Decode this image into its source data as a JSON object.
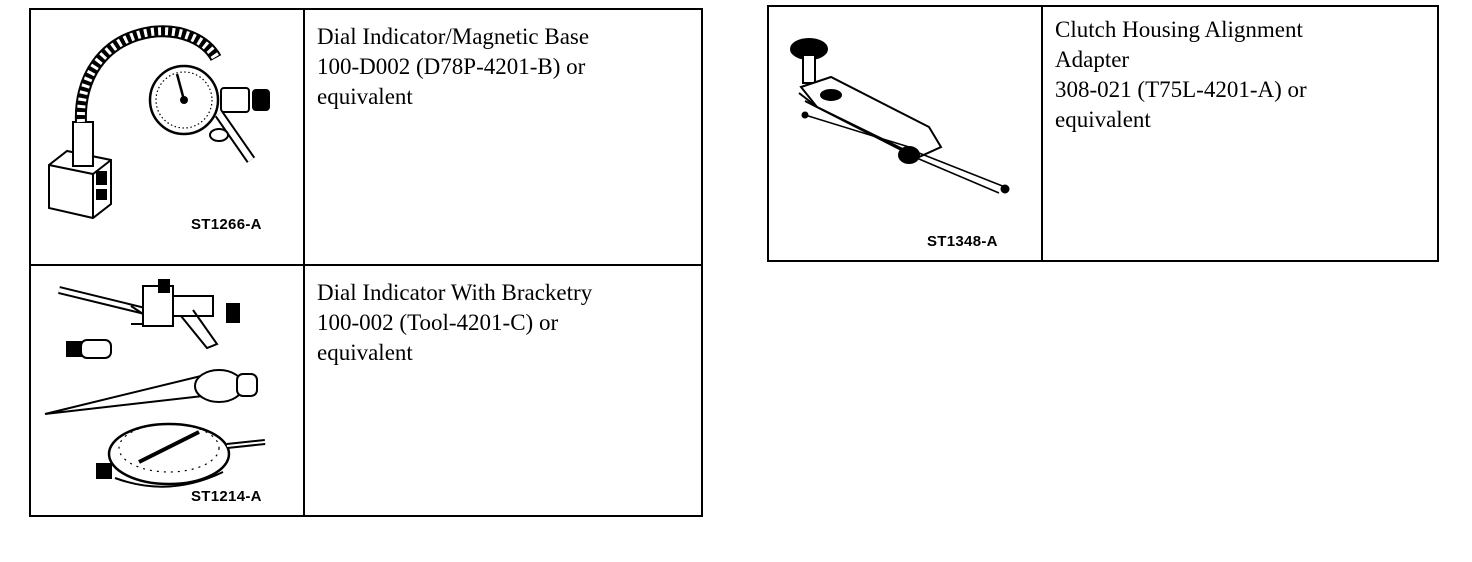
{
  "left_table": {
    "rows": [
      {
        "figure_code": "ST1266-A",
        "illustration_icon": "dial-indicator-magnetic-base-icon",
        "description_lines": [
          "Dial Indicator/Magnetic Base",
          "100-D002 (D78P-4201-B) or",
          "equivalent"
        ]
      },
      {
        "figure_code": "ST1214-A",
        "illustration_icon": "dial-indicator-bracketry-icon",
        "description_lines": [
          "Dial Indicator With Bracketry",
          "100-002 (Tool-4201-C) or",
          "equivalent"
        ]
      }
    ]
  },
  "right_table": {
    "rows": [
      {
        "figure_code": "ST1348-A",
        "illustration_icon": "clutch-housing-alignment-adapter-icon",
        "description_lines": [
          "Clutch Housing Alignment",
          "Adapter",
          "308-021 (T75L-4201-A) or",
          "equivalent"
        ]
      }
    ]
  }
}
